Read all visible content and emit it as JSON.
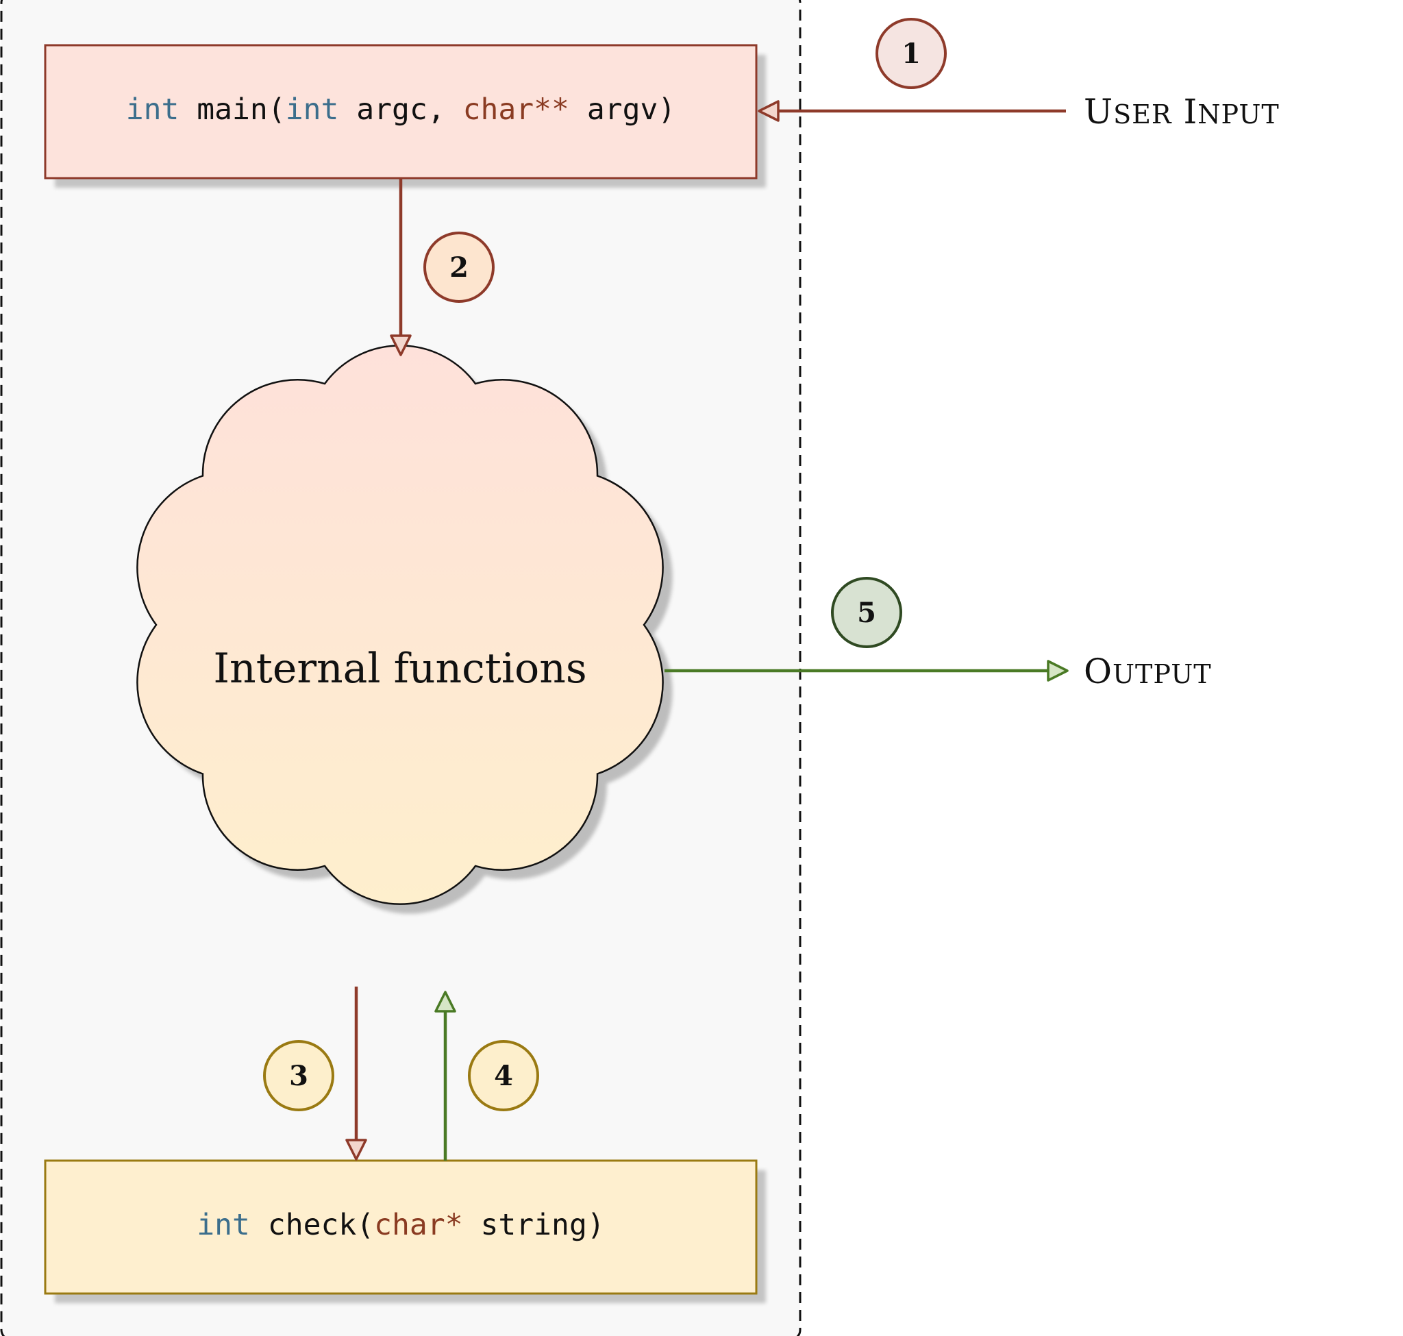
{
  "main_box": {
    "tokens": [
      {
        "text": "int",
        "kind": "int"
      },
      {
        "text": " main(",
        "kind": "plain"
      },
      {
        "text": "int",
        "kind": "int"
      },
      {
        "text": " argc, ",
        "kind": "plain"
      },
      {
        "text": "char**",
        "kind": "char"
      },
      {
        "text": " argv)",
        "kind": "plain"
      }
    ]
  },
  "check_box": {
    "tokens": [
      {
        "text": "int",
        "kind": "int"
      },
      {
        "text": " check(",
        "kind": "plain"
      },
      {
        "text": "char*",
        "kind": "char"
      },
      {
        "text": " string)",
        "kind": "plain"
      }
    ]
  },
  "cloud": {
    "label": "Internal functions"
  },
  "user_input": {
    "label": "User Input"
  },
  "output": {
    "label": "Output"
  },
  "badges": {
    "b1": "1",
    "b2": "2",
    "b3": "3",
    "b4": "4",
    "b5": "5"
  },
  "colors": {
    "red_stroke": "#8e3a2a",
    "green_stroke": "#4a7a25",
    "gold_stroke": "#9a7a12",
    "main_fill": "#fde3dc",
    "check_fill": "#feefcf",
    "cloud_top": "#fee1da",
    "cloud_bottom": "#feefcd",
    "container_fill": "#f8f8f8"
  }
}
